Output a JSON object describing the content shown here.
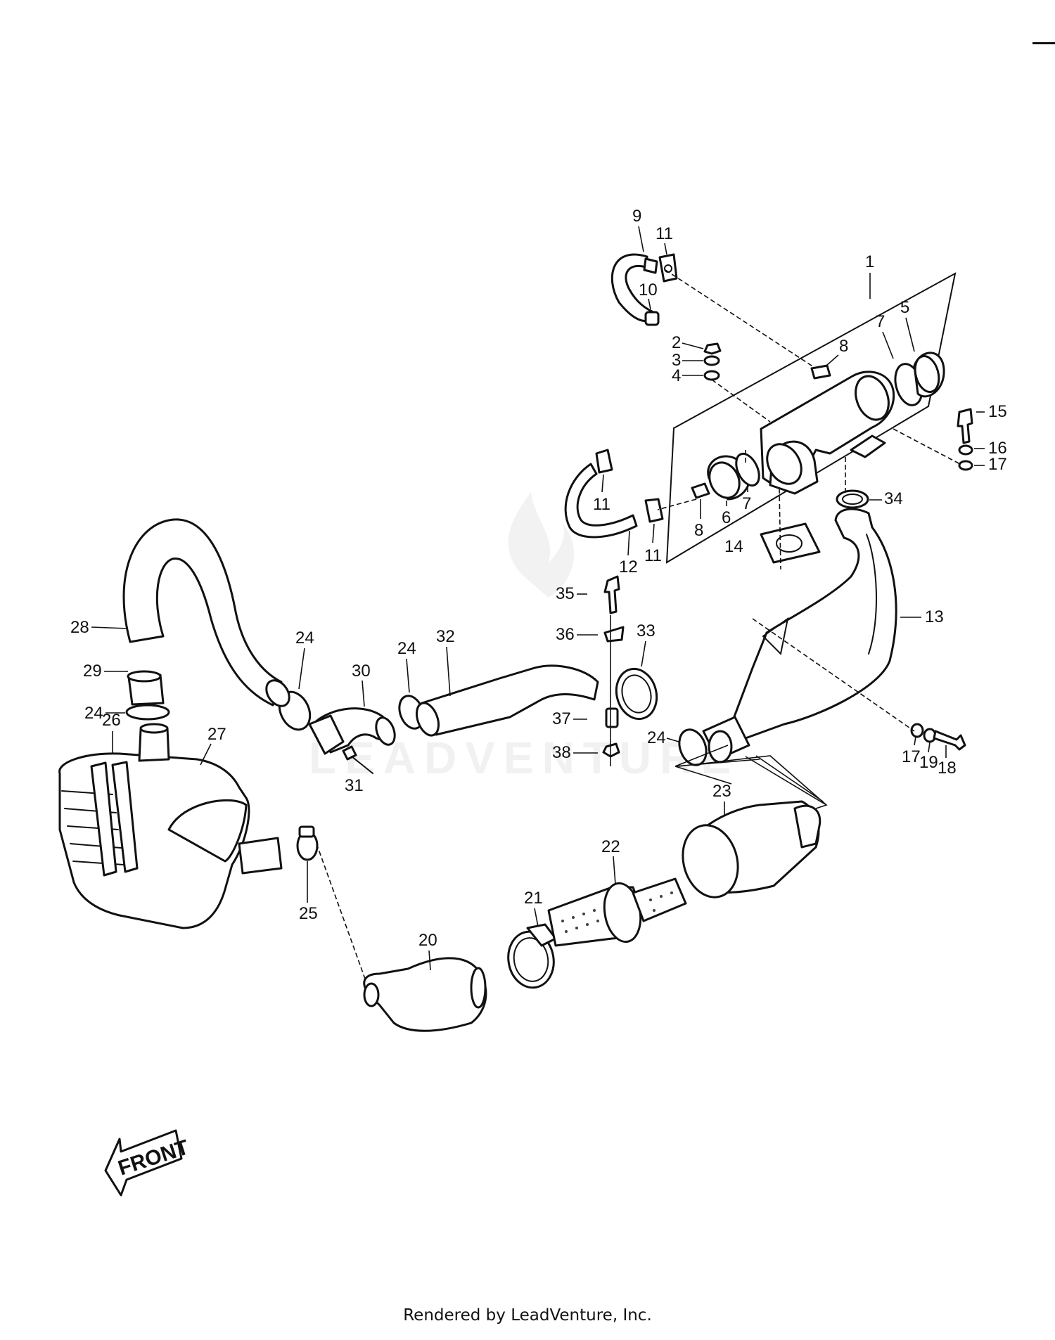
{
  "footer_text": "Rendered by LeadVenture, Inc.",
  "watermark_text": "LEADVENTURE",
  "front_label": "FRONT",
  "callouts": [
    {
      "id": "c1",
      "text": "1"
    },
    {
      "id": "c2",
      "text": "2"
    },
    {
      "id": "c3",
      "text": "3"
    },
    {
      "id": "c4",
      "text": "4"
    },
    {
      "id": "c5",
      "text": "5"
    },
    {
      "id": "c6",
      "text": "6"
    },
    {
      "id": "c7a",
      "text": "7"
    },
    {
      "id": "c7b",
      "text": "7"
    },
    {
      "id": "c8a",
      "text": "8"
    },
    {
      "id": "c8b",
      "text": "8"
    },
    {
      "id": "c9",
      "text": "9"
    },
    {
      "id": "c10",
      "text": "10"
    },
    {
      "id": "c11a",
      "text": "11"
    },
    {
      "id": "c11b",
      "text": "11"
    },
    {
      "id": "c11c",
      "text": "11"
    },
    {
      "id": "c12",
      "text": "12"
    },
    {
      "id": "c13",
      "text": "13"
    },
    {
      "id": "c14",
      "text": "14"
    },
    {
      "id": "c15",
      "text": "15"
    },
    {
      "id": "c16",
      "text": "16"
    },
    {
      "id": "c17a",
      "text": "17"
    },
    {
      "id": "c17b",
      "text": "17"
    },
    {
      "id": "c18",
      "text": "18"
    },
    {
      "id": "c19",
      "text": "19"
    },
    {
      "id": "c20",
      "text": "20"
    },
    {
      "id": "c21",
      "text": "21"
    },
    {
      "id": "c22",
      "text": "22"
    },
    {
      "id": "c23",
      "text": "23"
    },
    {
      "id": "c24a",
      "text": "24"
    },
    {
      "id": "c24b",
      "text": "24"
    },
    {
      "id": "c24c",
      "text": "24"
    },
    {
      "id": "c24d",
      "text": "24"
    },
    {
      "id": "c25",
      "text": "25"
    },
    {
      "id": "c26",
      "text": "26"
    },
    {
      "id": "c27",
      "text": "27"
    },
    {
      "id": "c28",
      "text": "28"
    },
    {
      "id": "c29",
      "text": "29"
    },
    {
      "id": "c30",
      "text": "30"
    },
    {
      "id": "c31",
      "text": "31"
    },
    {
      "id": "c32",
      "text": "32"
    },
    {
      "id": "c33",
      "text": "33"
    },
    {
      "id": "c34",
      "text": "34"
    },
    {
      "id": "c35",
      "text": "35"
    },
    {
      "id": "c36",
      "text": "36"
    },
    {
      "id": "c37",
      "text": "37"
    },
    {
      "id": "c38",
      "text": "38"
    }
  ]
}
